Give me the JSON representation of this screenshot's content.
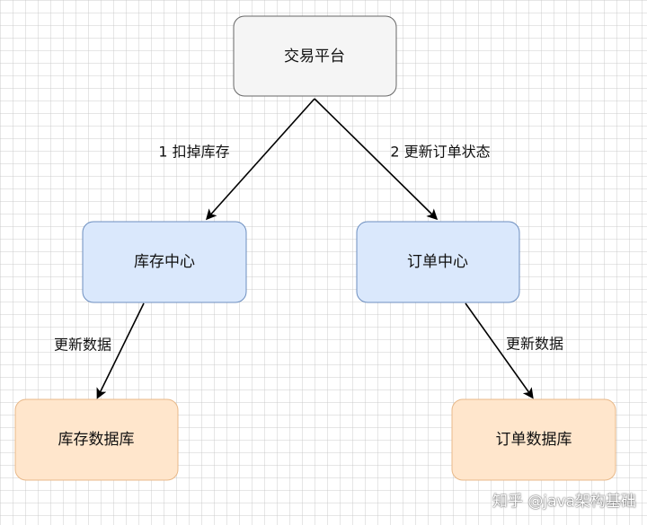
{
  "nodes": {
    "trading_platform": "交易平台",
    "inventory_center": "库存中心",
    "order_center": "订单中心",
    "inventory_db": "库存数据库",
    "order_db": "订单数据库"
  },
  "edges": {
    "deduct_inventory": "1 扣掉库存",
    "update_order_status": "2 更新订单状态",
    "inventory_update_data": "更新数据",
    "order_update_data": "更新数据"
  },
  "watermark": "知乎 @java架构基础",
  "colors": {
    "platform_fill": "#f5f5f5",
    "platform_stroke": "#666666",
    "center_fill": "#dae8fc",
    "center_stroke": "#6c8ebf",
    "db_fill": "#ffe6cc",
    "db_stroke": "#e8b888",
    "arrow": "#000000"
  }
}
